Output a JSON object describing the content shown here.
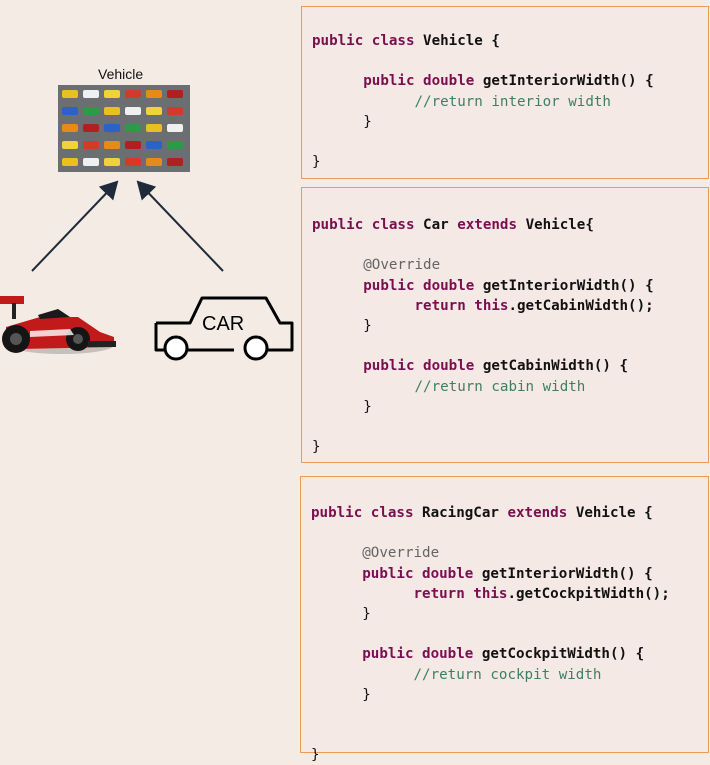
{
  "diagram": {
    "vehicle_label": "Vehicle",
    "car_sketch_label": "CAR",
    "icons": [
      "vehicles-collection-image",
      "racing-car-image",
      "car-sketch-icon"
    ]
  },
  "code_blocks": [
    {
      "lines": [
        [
          [
            "kw",
            "public "
          ],
          [
            "kw",
            "class "
          ],
          [
            "nm",
            "Vehicle {"
          ]
        ],
        [],
        [
          [
            "pad",
            "      "
          ],
          [
            "kw",
            "public "
          ],
          [
            "kw",
            "double "
          ],
          [
            "nm",
            "getInteriorWidth() {"
          ]
        ],
        [
          [
            "pad",
            "            "
          ],
          [
            "cm",
            "//return interior width"
          ]
        ],
        [
          [
            "pad",
            "      "
          ],
          [
            "pl",
            "}"
          ]
        ],
        [],
        [
          [
            "pl",
            "}"
          ]
        ]
      ]
    },
    {
      "lines": [
        [
          [
            "kw",
            "public "
          ],
          [
            "kw",
            "class "
          ],
          [
            "nm",
            "Car "
          ],
          [
            "kw",
            "extends "
          ],
          [
            "nm",
            "Vehicle{"
          ]
        ],
        [],
        [
          [
            "pad",
            "      "
          ],
          [
            "an",
            "@Override"
          ]
        ],
        [
          [
            "pad",
            "      "
          ],
          [
            "kw",
            "public "
          ],
          [
            "kw",
            "double "
          ],
          [
            "nm",
            "getInteriorWidth() {"
          ]
        ],
        [
          [
            "pad",
            "            "
          ],
          [
            "kw",
            "return "
          ],
          [
            "kw",
            "this"
          ],
          [
            "nm",
            ".getCabinWidth();"
          ]
        ],
        [
          [
            "pad",
            "      "
          ],
          [
            "pl",
            "}"
          ]
        ],
        [],
        [
          [
            "pad",
            "      "
          ],
          [
            "kw",
            "public "
          ],
          [
            "kw",
            "double "
          ],
          [
            "nm",
            "getCabinWidth() {"
          ]
        ],
        [
          [
            "pad",
            "            "
          ],
          [
            "cm",
            "//return cabin width"
          ]
        ],
        [
          [
            "pad",
            "      "
          ],
          [
            "pl",
            "}"
          ]
        ],
        [],
        [
          [
            "pl",
            "}"
          ]
        ]
      ]
    },
    {
      "lines": [
        [
          [
            "kw",
            "public "
          ],
          [
            "kw",
            "class "
          ],
          [
            "nm",
            "RacingCar "
          ],
          [
            "kw",
            "extends "
          ],
          [
            "nm",
            "Vehicle {"
          ]
        ],
        [],
        [
          [
            "pad",
            "      "
          ],
          [
            "an",
            "@Override"
          ]
        ],
        [
          [
            "pad",
            "      "
          ],
          [
            "kw",
            "public "
          ],
          [
            "kw",
            "double "
          ],
          [
            "nm",
            "getInteriorWidth() {"
          ]
        ],
        [
          [
            "pad",
            "            "
          ],
          [
            "kw",
            "return "
          ],
          [
            "kw",
            "this"
          ],
          [
            "nm",
            ".getCockpitWidth();"
          ]
        ],
        [
          [
            "pad",
            "      "
          ],
          [
            "pl",
            "}"
          ]
        ],
        [],
        [
          [
            "pad",
            "      "
          ],
          [
            "kw",
            "public "
          ],
          [
            "kw",
            "double "
          ],
          [
            "nm",
            "getCockpitWidth() {"
          ]
        ],
        [
          [
            "pad",
            "            "
          ],
          [
            "cm",
            "//return cockpit width"
          ]
        ],
        [
          [
            "pad",
            "      "
          ],
          [
            "pl",
            "}"
          ]
        ],
        [],
        [],
        [
          [
            "pl",
            "}"
          ]
        ]
      ]
    }
  ]
}
